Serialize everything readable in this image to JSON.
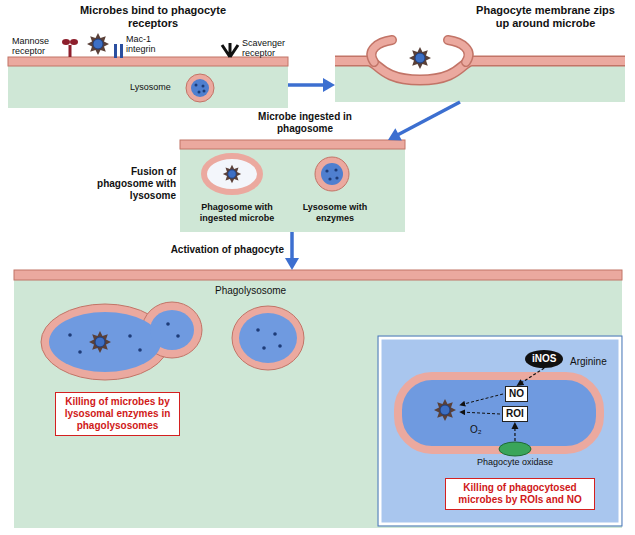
{
  "diagram": {
    "nodes": [
      {
        "text": [
          "Microbes bind to phagocyte receptors"
        ]
      },
      {
        "text": [
          "Phagocyte membrane zips up around microbe"
        ]
      },
      {
        "text": [
          "Phagosome with ingested microbe",
          "Lysosome with enzymes"
        ]
      },
      {
        "text": [
          "Phagolysosome"
        ]
      },
      {
        "text": [
          "Killing of microbes by lysosomal enzymes in phagolysosomes"
        ],
        "in": 3
      },
      {
        "text": [
          "Arginine",
          "O₂"
        ],
        "in": 3
      },
      {
        "text": [
          "iNOS"
        ],
        "in": 5
      },
      {
        "text": [
          "NO"
        ],
        "in": 5
      },
      {
        "text": [
          "ROI"
        ],
        "in": 5
      },
      {
        "text": [
          "Phagocyte oxidase"
        ],
        "in": 5
      },
      {
        "text": [
          "Killing of phagocytosed microbes by ROIs and NO"
        ],
        "in": 5
      }
    ],
    "edges": [
      {
        "from": 0,
        "to": 1,
        "arrow": "to"
      },
      {
        "from": 1,
        "to": 2,
        "label": "Microbe ingested in phagosome",
        "arrow": "to"
      },
      {
        "from": 2,
        "to": 3,
        "label": "Activation of phagocyte",
        "arrow": "to"
      },
      {
        "from": 6,
        "to": 7,
        "arrow": "to"
      },
      {
        "from": 9,
        "to": 8,
        "arrow": "to"
      }
    ],
    "labels": [
      "Mac-1 integrin",
      "Mannose receptor",
      "Scavenger receptor",
      "Lysosome",
      "Fusion of phagosome with lysosome"
    ]
  }
}
